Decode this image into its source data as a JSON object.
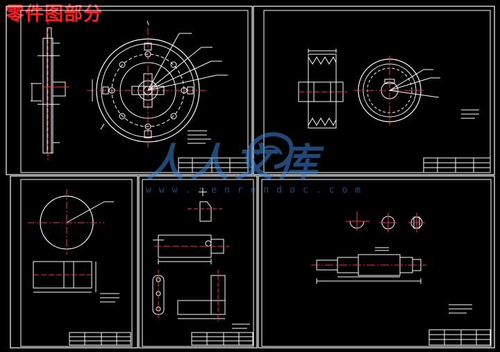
{
  "title": "零件图部分",
  "watermark": {
    "text": "人人文库",
    "url": "www.renrendoc.com",
    "logo_icon": "swirl-logo-icon",
    "color": "#3a86d8"
  },
  "colors": {
    "background": "#000000",
    "linework": "#ffffff",
    "centerline": "#ff3030",
    "title_text": "#ff1f1f"
  }
}
